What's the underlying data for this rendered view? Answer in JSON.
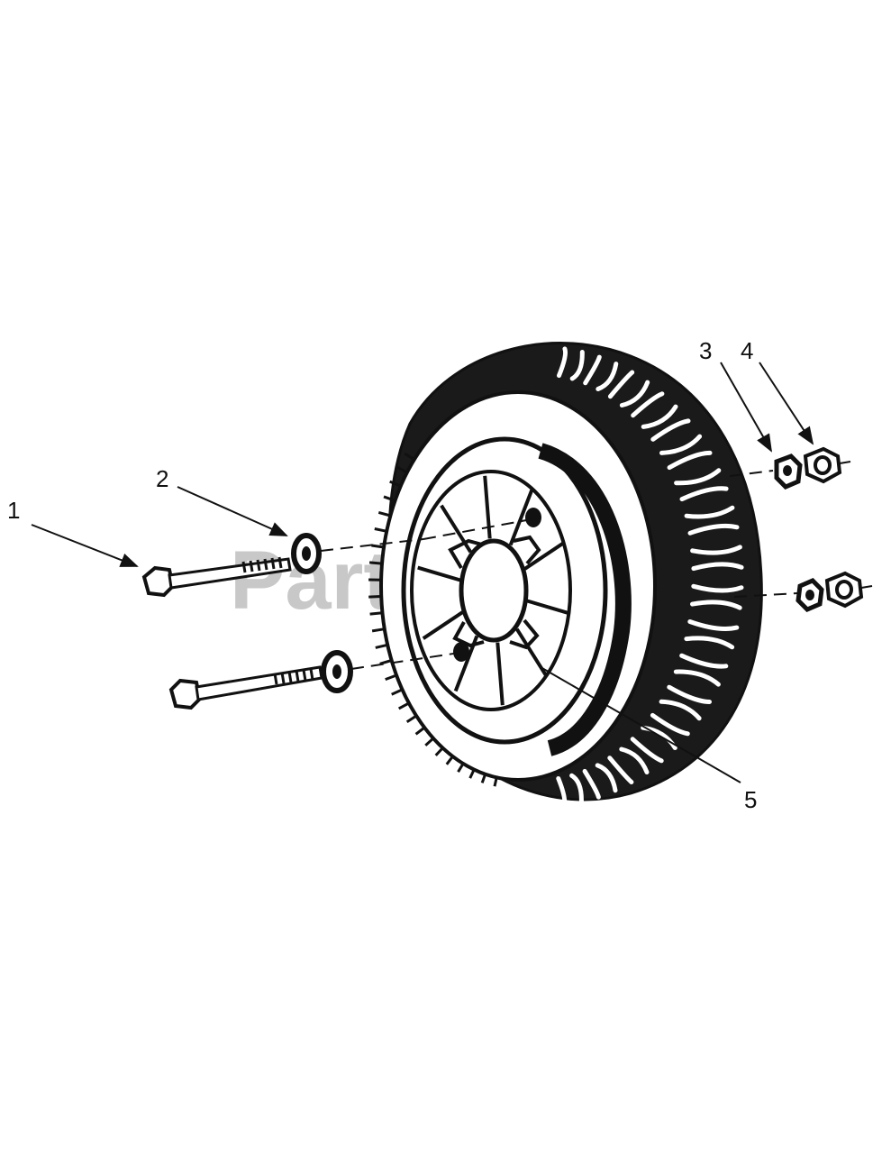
{
  "diagram": {
    "watermark": "PartsTree",
    "callouts": [
      {
        "id": "1",
        "label": "1"
      },
      {
        "id": "2",
        "label": "2"
      },
      {
        "id": "3",
        "label": "3"
      },
      {
        "id": "4",
        "label": "4"
      },
      {
        "id": "5",
        "label": "5"
      }
    ],
    "colors": {
      "ink": "#111111",
      "background": "#ffffff",
      "watermark": "#c8c8c8"
    }
  }
}
